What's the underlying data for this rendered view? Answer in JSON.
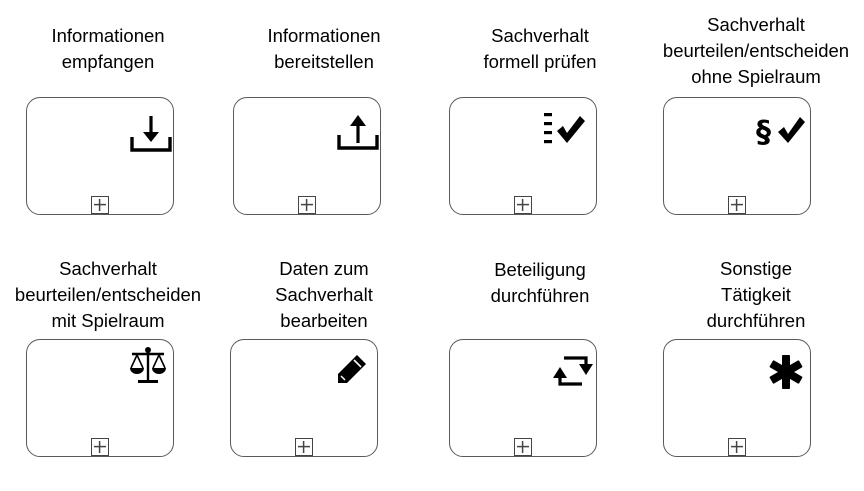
{
  "tasks": [
    {
      "label_lines": [
        "Informationen",
        "empfangen"
      ],
      "icon": "download-tray-icon"
    },
    {
      "label_lines": [
        "Informationen",
        "bereitstellen"
      ],
      "icon": "upload-tray-icon"
    },
    {
      "label_lines": [
        "Sachverhalt",
        "formell prüfen"
      ],
      "icon": "checklist-check-icon"
    },
    {
      "label_lines": [
        "Sachverhalt",
        "beurteilen/entscheiden",
        "ohne Spielraum"
      ],
      "icon": "paragraph-check-icon",
      "icon_text": "§"
    },
    {
      "label_lines": [
        "Sachverhalt",
        "beurteilen/entscheiden",
        "mit Spielraum"
      ],
      "icon": "scales-icon"
    },
    {
      "label_lines": [
        "Daten zum",
        "Sachverhalt",
        "bearbeiten"
      ],
      "icon": "pencil-icon"
    },
    {
      "label_lines": [
        "Beteiligung",
        "durchführen"
      ],
      "icon": "exchange-arrows-icon"
    },
    {
      "label_lines": [
        "Sonstige",
        "Tätigkeit",
        "durchführen"
      ],
      "icon": "asterisk-icon"
    }
  ],
  "marker": "subprocess-plus-icon",
  "colors": {
    "border": "#5a5a5a",
    "icon": "#000000"
  }
}
